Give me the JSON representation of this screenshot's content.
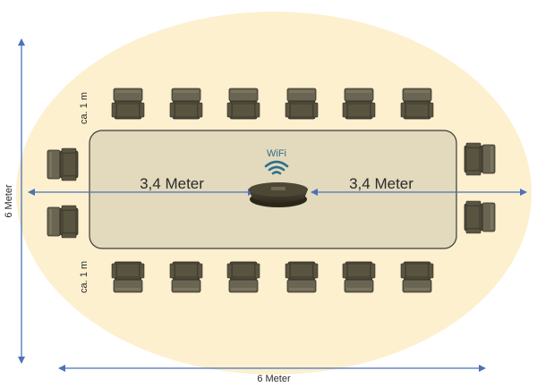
{
  "labels": {
    "left_distance": "3,4 Meter",
    "right_distance": "3,4 Meter",
    "vertical_size": "6 Meter",
    "horizontal_size": "6 Meter",
    "top_gap": "ca. 1 m",
    "bottom_gap": "ca. 1 m",
    "wifi": "WiFi"
  },
  "colors": {
    "zone_fill": "#fdf0cf",
    "table_fill": "#e3d9bc",
    "table_stroke": "#3b3b3b",
    "arrow": "#4a72b8",
    "chair_dark": "#4b4738",
    "chair_mid": "#6a6552",
    "device": "#3d3828",
    "wifi": "#2c6f8c"
  },
  "chairs": {
    "top_row_count": 6,
    "bottom_row_count": 6,
    "left_side_count": 2,
    "right_side_count": 2
  },
  "icons": [
    "wifi-icon",
    "conference-speaker-icon",
    "chair-icon"
  ]
}
